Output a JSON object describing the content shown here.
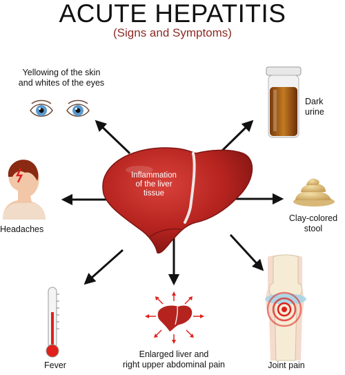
{
  "title": "ACUTE HEPATITIS",
  "subtitle": "(Signs and Symptoms)",
  "center": {
    "line1": "Inflammation",
    "line2": "of the liver",
    "line3": "tissue"
  },
  "symptoms": {
    "eyes": {
      "line1": "Yellowing of the skin",
      "line2": "and whites of the eyes",
      "icon": "eyes-icon"
    },
    "urine": {
      "line1": "Dark",
      "line2": "urine",
      "icon": "urine-sample-icon"
    },
    "headache": {
      "line1": "Headaches",
      "icon": "head-pain-icon"
    },
    "stool": {
      "line1": "Clay-colored",
      "line2": "stool",
      "icon": "stool-icon"
    },
    "fever": {
      "line1": "Fever",
      "icon": "thermometer-icon"
    },
    "enlarged": {
      "line1": "Enlarged liver and",
      "line2": "right upper abdominal pain",
      "icon": "small-liver-icon"
    },
    "joint": {
      "line1": "Joint pain",
      "icon": "knee-joint-icon"
    }
  },
  "colors": {
    "liver": "#b5231f",
    "subtitle": "#8b2a25",
    "pain": "#e0201b"
  }
}
